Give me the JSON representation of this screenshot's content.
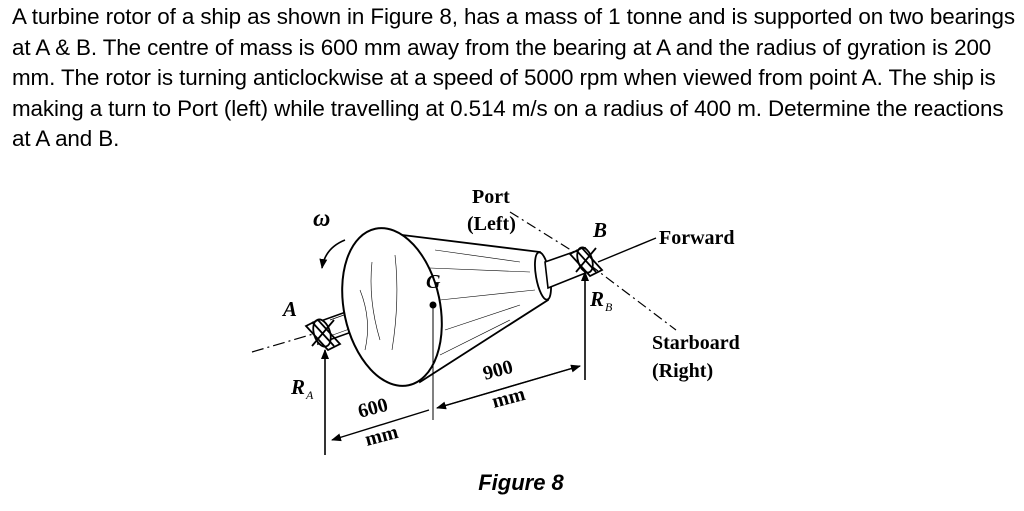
{
  "problem": {
    "text": "A turbine rotor of a ship as shown in Figure 8, has a mass of 1 tonne and is supported on two bearings at A & B.  The centre of mass is 600 mm away from the bearing at A and the radius of gyration is 200 mm.  The rotor is turning anticlockwise at a speed of 5000 rpm when viewed from point A.  The ship is making a turn to Port (left) while travelling at 0.514 m/s on a radius of 400 m.  Determine the reactions at A and B."
  },
  "figure": {
    "caption": "Figure 8",
    "labels": {
      "omega": "ω",
      "port": "Port",
      "port_sub": "(Left)",
      "bearing_a": "A",
      "bearing_b": "B",
      "centre_of_mass": "G",
      "forward": "Forward",
      "starboard": "Starboard",
      "starboard_sub": "(Right)",
      "reaction_a": "R",
      "reaction_a_sub": "A",
      "reaction_b": "R",
      "reaction_b_sub": "B",
      "dim_600": "600",
      "dim_600_unit": "mm",
      "dim_900": "900",
      "dim_900_unit": "mm"
    }
  }
}
